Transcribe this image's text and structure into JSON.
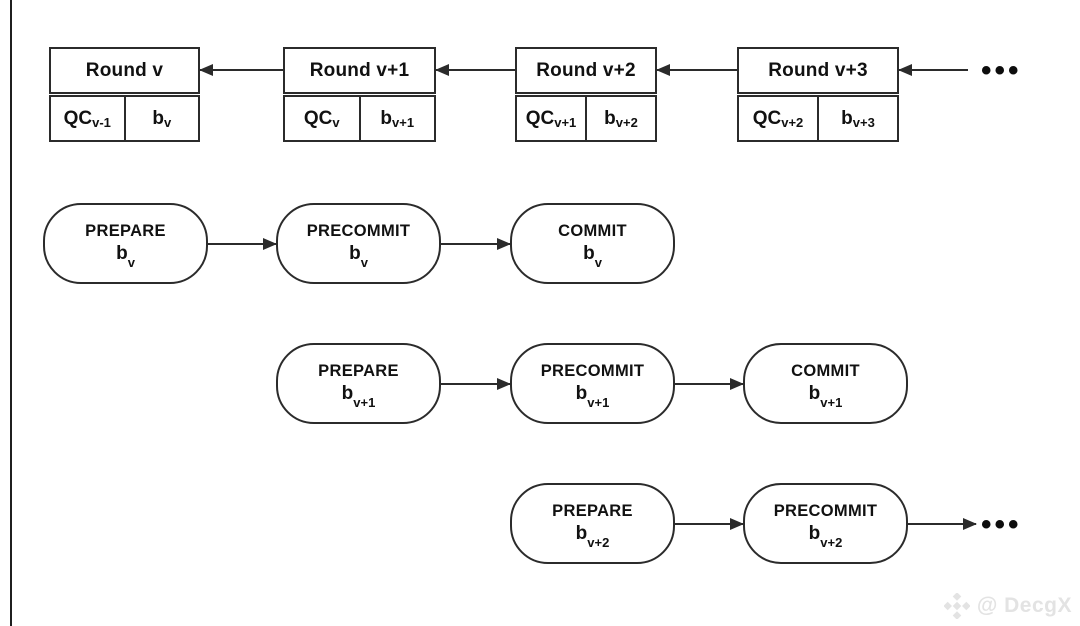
{
  "colors": {
    "background": "#ffffff",
    "stroke": "#2b2b2b",
    "text": "#111111",
    "watermark": "#e3e3e3"
  },
  "chain": {
    "rounds": [
      {
        "title": "Round v",
        "qc_base": "QC",
        "qc_sub": "v-1",
        "b_base": "b",
        "b_sub": "v"
      },
      {
        "title": "Round v+1",
        "qc_base": "QC",
        "qc_sub": "v",
        "b_base": "b",
        "b_sub": "v+1"
      },
      {
        "title": "Round v+2",
        "qc_base": "QC",
        "qc_sub": "v+1",
        "b_base": "b",
        "b_sub": "v+2"
      },
      {
        "title": "Round v+3",
        "qc_base": "QC",
        "qc_sub": "v+2",
        "b_base": "b",
        "b_sub": "v+3"
      }
    ],
    "ellipsis": "•••"
  },
  "phases": {
    "rows": [
      {
        "cells": [
          {
            "label": "PREPARE",
            "b_base": "b",
            "b_sub": "v"
          },
          {
            "label": "PRECOMMIT",
            "b_base": "b",
            "b_sub": "v"
          },
          {
            "label": "COMMIT",
            "b_base": "b",
            "b_sub": "v"
          }
        ]
      },
      {
        "cells": [
          {
            "label": "PREPARE",
            "b_base": "b",
            "b_sub": "v+1"
          },
          {
            "label": "PRECOMMIT",
            "b_base": "b",
            "b_sub": "v+1"
          },
          {
            "label": "COMMIT",
            "b_base": "b",
            "b_sub": "v+1"
          }
        ]
      },
      {
        "cells": [
          {
            "label": "PREPARE",
            "b_base": "b",
            "b_sub": "v+2"
          },
          {
            "label": "PRECOMMIT",
            "b_base": "b",
            "b_sub": "v+2"
          }
        ]
      }
    ],
    "ellipsis": "•••"
  },
  "watermark": {
    "handle": "@ DecgX"
  }
}
